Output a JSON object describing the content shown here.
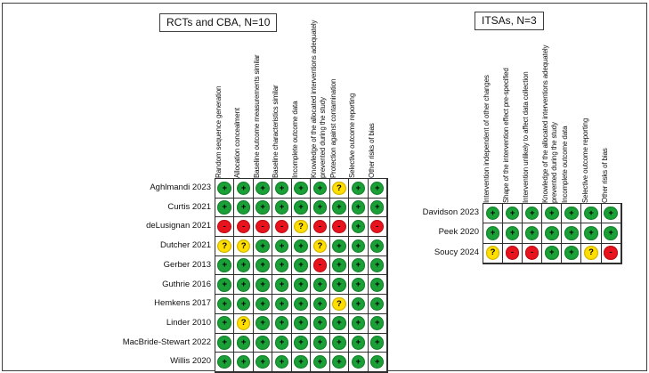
{
  "colors": {
    "low": "#1aa037",
    "unclear": "#ffde00",
    "high": "#e8131d"
  },
  "judgement_symbols": {
    "low": "+",
    "unclear": "?",
    "high": "-"
  },
  "chart_data": [
    {
      "type": "table",
      "title": "RCTs and CBA, N=10",
      "columns": [
        "Random sequence generation",
        "Allocation concealment",
        "Baseline outcome measurements similar",
        "Baseline characteristics similar",
        "Incomplete outcome data",
        "Knowledge of the allocated interventions adequately prevented during the study",
        "Protection against contamination",
        "Selective outcome reporting",
        "Other risks of bias"
      ],
      "rows": [
        {
          "label": "Aghlmandi 2023",
          "cells": [
            "+",
            "+",
            "+",
            "+",
            "+",
            "+",
            "?",
            "+",
            "+"
          ]
        },
        {
          "label": "Curtis 2021",
          "cells": [
            "+",
            "+",
            "+",
            "+",
            "+",
            "+",
            "+",
            "+",
            "+"
          ]
        },
        {
          "label": "deLusignan 2021",
          "cells": [
            "-",
            "-",
            "-",
            "-",
            "?",
            "-",
            "-",
            "+",
            "-"
          ]
        },
        {
          "label": "Dutcher 2021",
          "cells": [
            "?",
            "?",
            "+",
            "+",
            "+",
            "?",
            "+",
            "+",
            "+"
          ]
        },
        {
          "label": "Gerber 2013",
          "cells": [
            "+",
            "+",
            "+",
            "+",
            "+",
            "-",
            "+",
            "+",
            "+"
          ]
        },
        {
          "label": "Guthrie 2016",
          "cells": [
            "+",
            "+",
            "+",
            "+",
            "+",
            "+",
            "+",
            "+",
            "+"
          ]
        },
        {
          "label": "Hemkens 2017",
          "cells": [
            "+",
            "+",
            "+",
            "+",
            "+",
            "+",
            "?",
            "+",
            "+"
          ]
        },
        {
          "label": "Linder 2010",
          "cells": [
            "+",
            "?",
            "+",
            "+",
            "+",
            "+",
            "+",
            "+",
            "+"
          ]
        },
        {
          "label": "MacBride-Stewart 2022",
          "cells": [
            "+",
            "+",
            "+",
            "+",
            "+",
            "+",
            "+",
            "+",
            "+"
          ]
        },
        {
          "label": "Willis 2020",
          "cells": [
            "+",
            "+",
            "+",
            "+",
            "+",
            "+",
            "+",
            "+",
            "+"
          ]
        }
      ]
    },
    {
      "type": "table",
      "title": "ITSAs, N=3",
      "columns": [
        "Intervention independent of other changes",
        "Shape of the intervention effect pre-specified",
        "Intervention unlikely to affect data collection",
        "Knowledge of the allocated interventions adequately prevented during the study",
        "Incomplete outcome data",
        "Selective outcome reporting",
        "Other risks of bias"
      ],
      "rows": [
        {
          "label": "Davidson 2023",
          "cells": [
            "+",
            "+",
            "+",
            "+",
            "+",
            "+",
            "+"
          ]
        },
        {
          "label": "Peek 2020",
          "cells": [
            "+",
            "+",
            "+",
            "+",
            "+",
            "+",
            "+"
          ]
        },
        {
          "label": "Soucy 2024",
          "cells": [
            "?",
            "-",
            "-",
            "+",
            "+",
            "?",
            "-"
          ]
        }
      ]
    }
  ]
}
